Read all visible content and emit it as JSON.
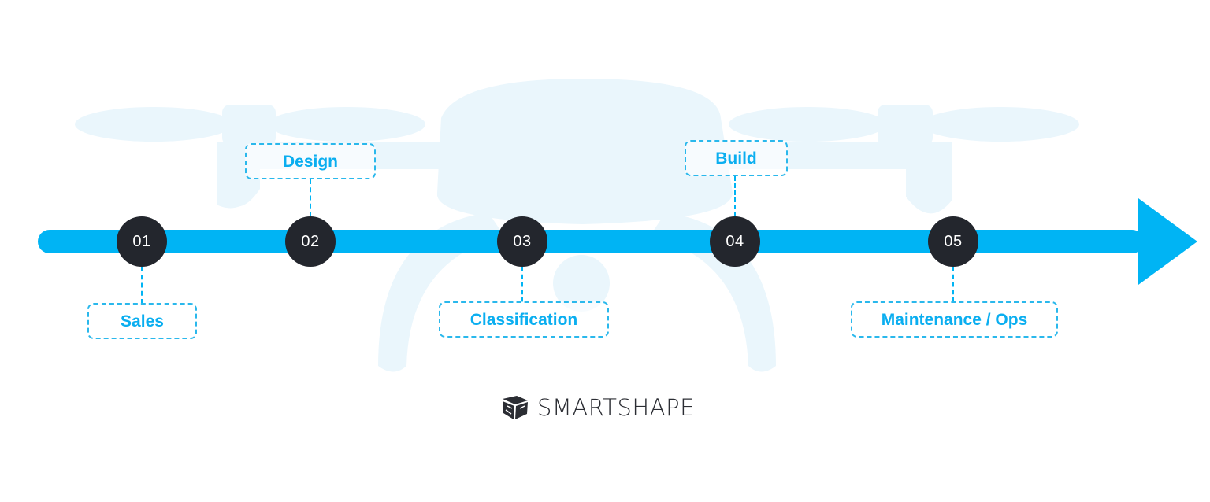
{
  "brand": {
    "name": "SMARTSHAPE",
    "logo_icon": "smartshape-logo-icon"
  },
  "colors": {
    "arrow": "#00b4f4",
    "step_circle": "#23262d",
    "label_text": "#0aaef0",
    "drone_silhouette": "#eaf6fc"
  },
  "timeline": {
    "steps": [
      {
        "number": "01",
        "label": "Sales",
        "label_side": "below"
      },
      {
        "number": "02",
        "label": "Design",
        "label_side": "above"
      },
      {
        "number": "03",
        "label": "Classification",
        "label_side": "below"
      },
      {
        "number": "04",
        "label": "Build",
        "label_side": "above"
      },
      {
        "number": "05",
        "label": "Maintenance / Ops",
        "label_side": "below"
      }
    ]
  }
}
